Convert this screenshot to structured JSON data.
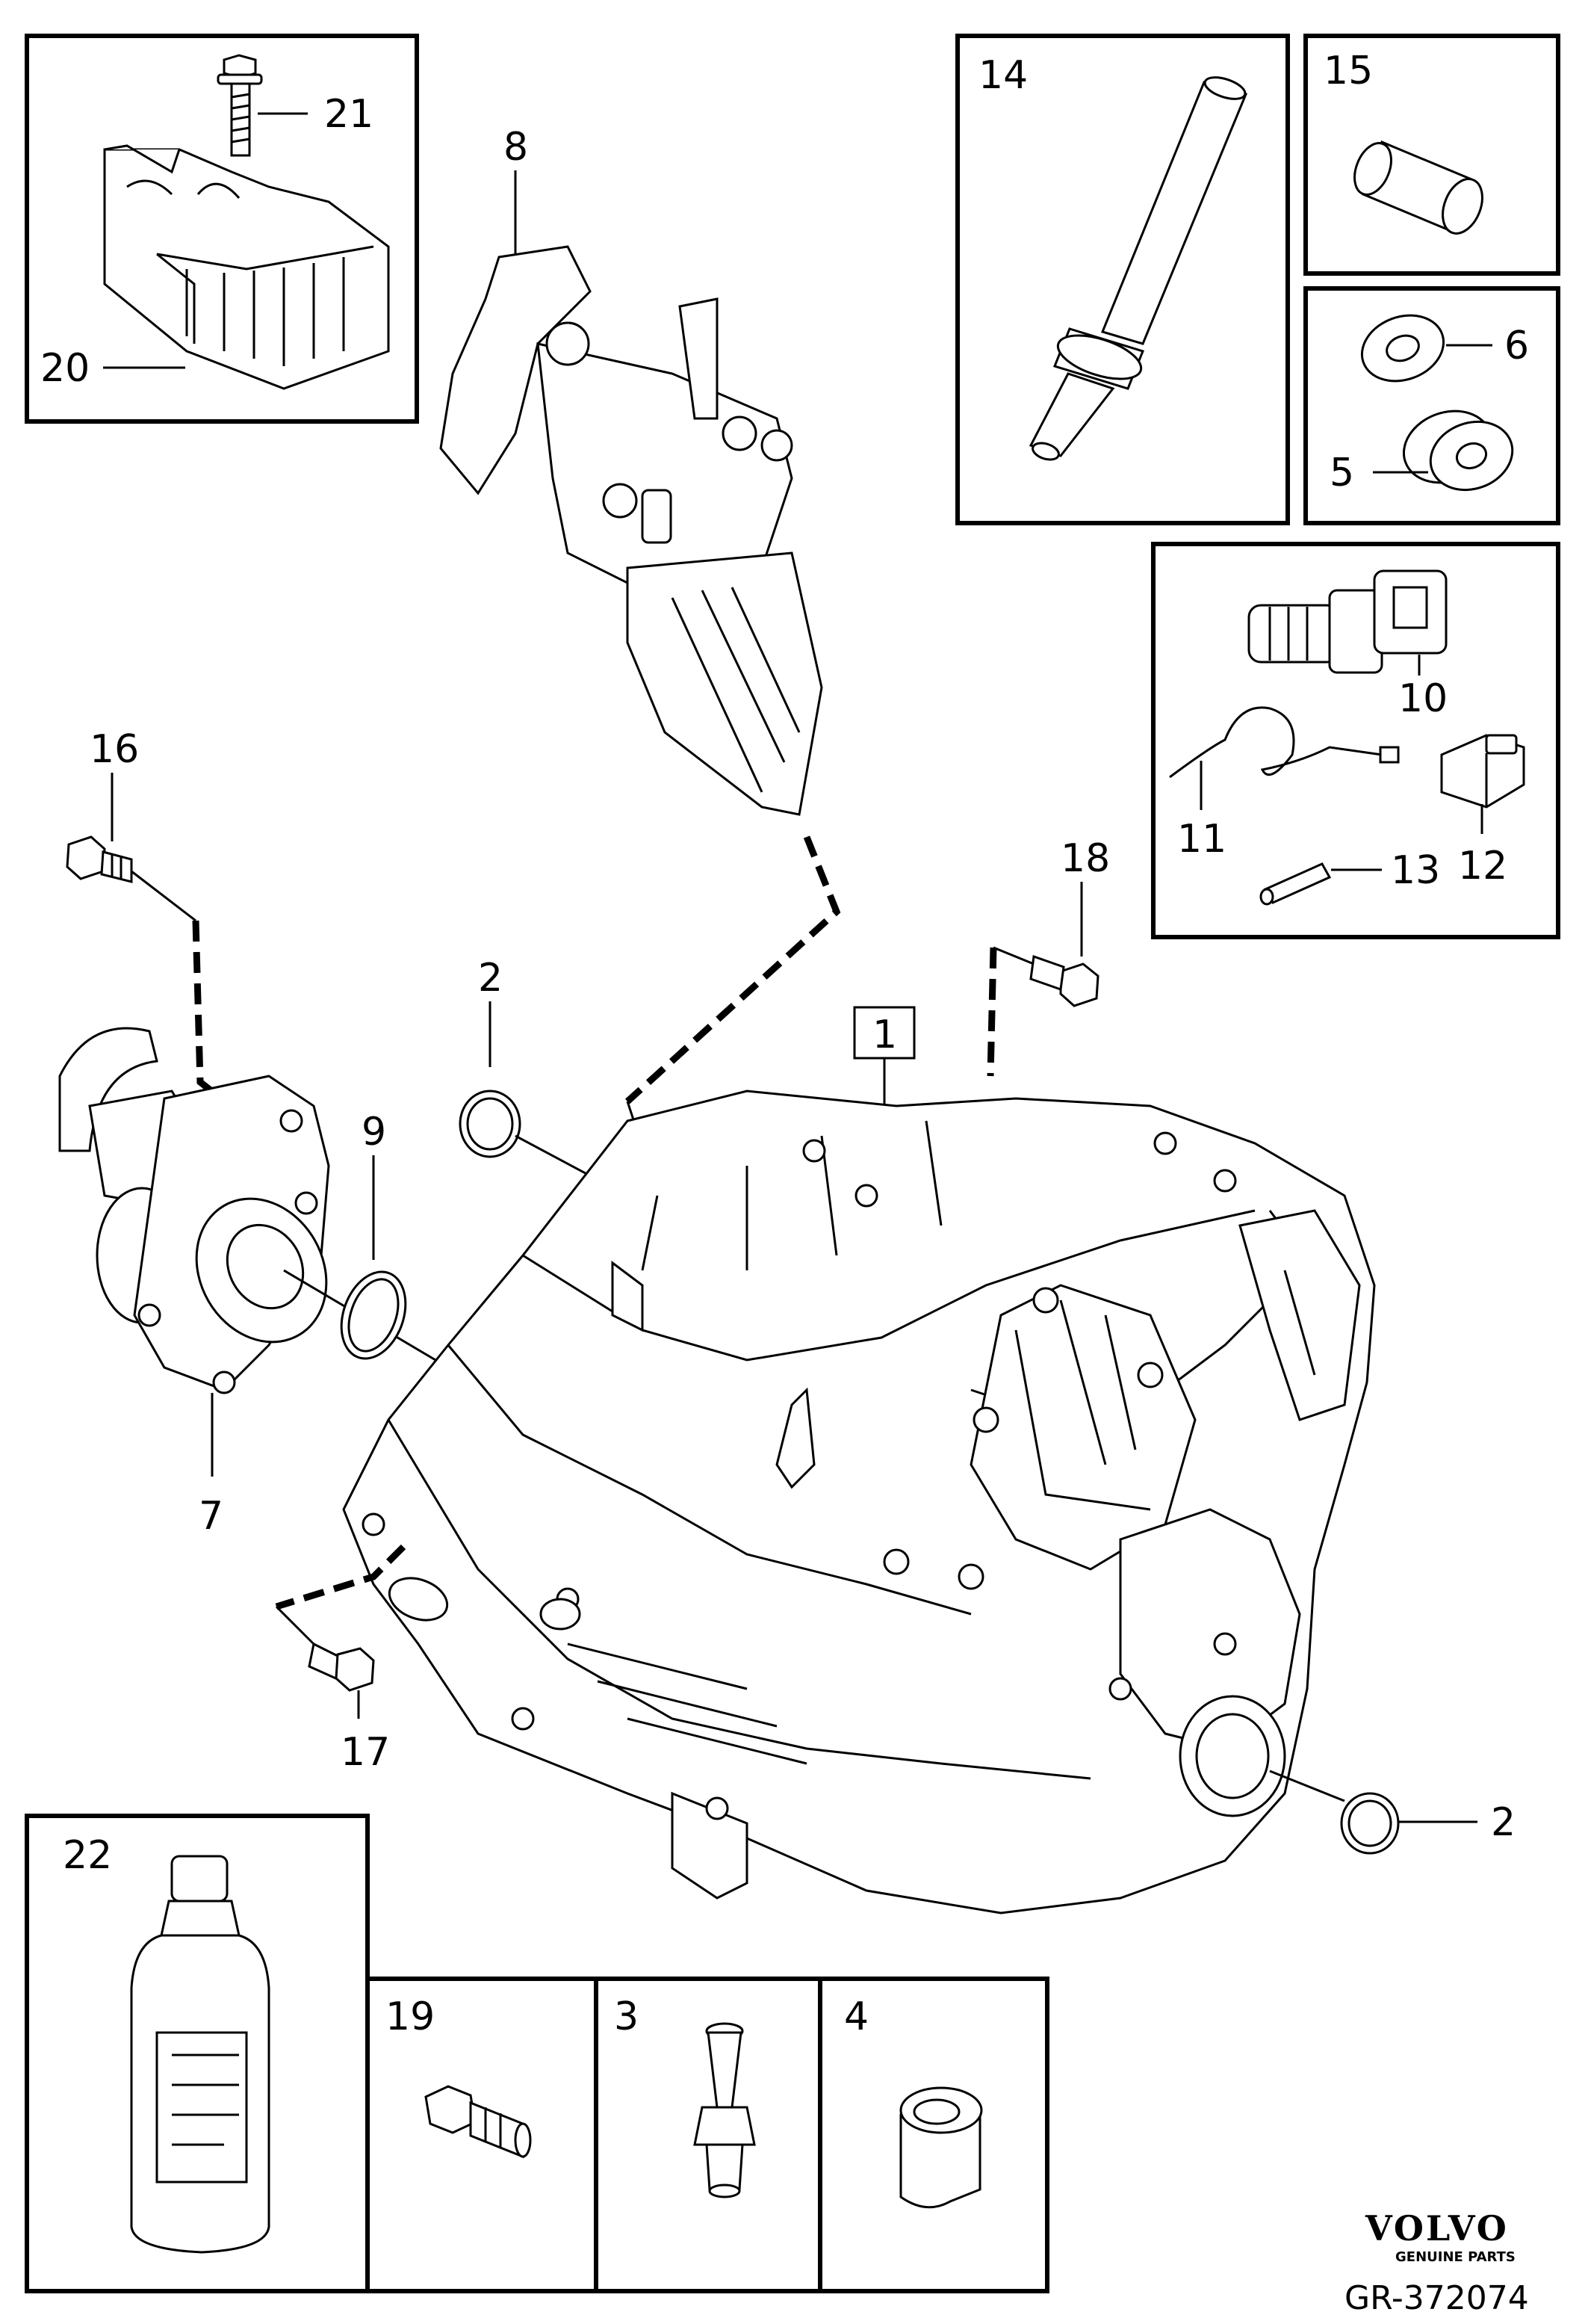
{
  "callouts": {
    "c1": "1",
    "c2a": "2",
    "c2b": "2",
    "c3": "3",
    "c4": "4",
    "c5": "5",
    "c6": "6",
    "c7": "7",
    "c8": "8",
    "c9": "9",
    "c10": "10",
    "c11": "11",
    "c12": "12",
    "c13": "13",
    "c14": "14",
    "c15": "15",
    "c16": "16",
    "c17": "17",
    "c18": "18",
    "c19": "19",
    "c20": "20",
    "c21": "21",
    "c22": "22"
  },
  "branding": {
    "logo": "VOLVO",
    "tagline": "GENUINE PARTS"
  },
  "reference": "GR-372074"
}
